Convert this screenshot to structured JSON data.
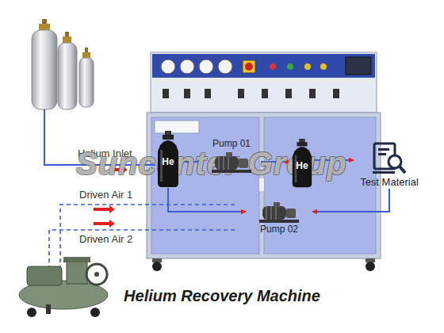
{
  "diagram": {
    "caption": "Helium Recovery Machine",
    "nodes": [
      {
        "text": [
          "He"
        ]
      },
      {
        "text": [
          "Pump 01"
        ]
      },
      {
        "text": [
          "He"
        ]
      },
      {
        "text": [
          "Test Material"
        ]
      },
      {
        "text": [
          "Pump 02"
        ]
      }
    ],
    "edges": [
      {
        "from": 0,
        "to": 1,
        "arrow": "to"
      },
      {
        "from": 1,
        "to": 2,
        "arrow": "to"
      },
      {
        "from": 2,
        "to": 3,
        "arrow": "to"
      },
      {
        "from": 3,
        "to": 4,
        "arrow": "to"
      },
      {
        "from": 0,
        "to": 4,
        "arrow": "to"
      }
    ],
    "labels": [
      "Helium Inlet",
      "Driven Air 1",
      "Driven Air 2",
      "Suncenter Group"
    ]
  }
}
